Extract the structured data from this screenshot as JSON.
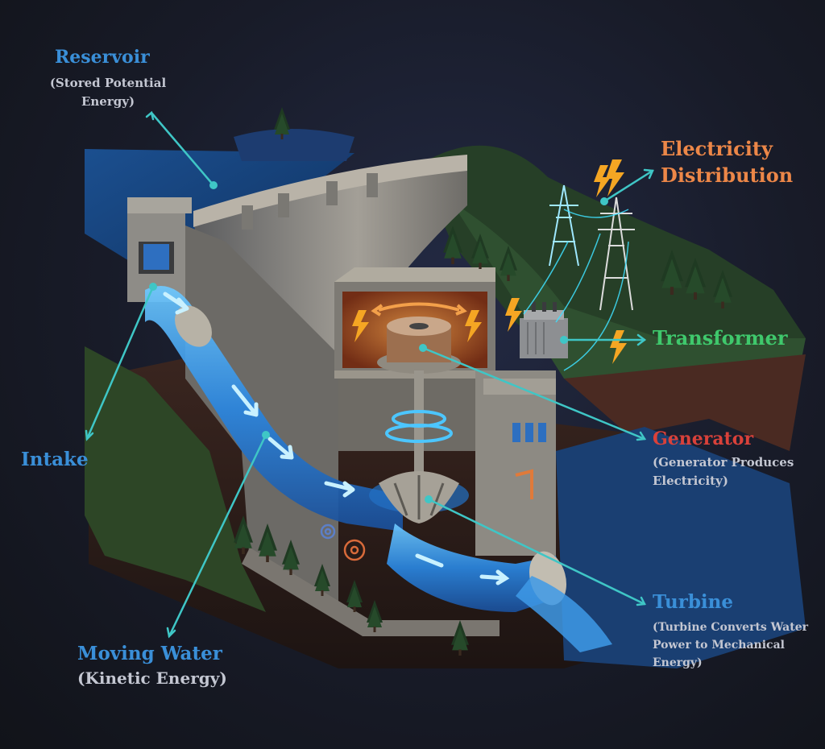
{
  "colors": {
    "background": "#181b28",
    "water": "#2d7fd6",
    "water_glow": "#7fd4ff",
    "concrete": "#8a8a86",
    "callout_line": "#3fc6c6",
    "heading_blue": "#3a8fd8",
    "heading_orange": "#ec8748",
    "heading_green": "#3fc86c",
    "heading_red": "#d9413a",
    "spark": "#f5a623",
    "grass": "#2f4a2a"
  },
  "labels": {
    "reservoir": {
      "title": "Reservoir",
      "subtitle_line1": "(Stored Potential",
      "subtitle_line2": "Energy)"
    },
    "electricity_distribution": {
      "line1": "Electricity",
      "line2": "Distribution"
    },
    "transformer": {
      "title": "Transformer"
    },
    "generator": {
      "title": "Generator",
      "subtitle_line1": "(Generator Produces",
      "subtitle_line2": "Electricity)"
    },
    "turbine": {
      "title": "Turbine",
      "subtitle_line1": "(Turbine Converts Water",
      "subtitle_line2": "Power to Mechanical",
      "subtitle_line3": "Energy)"
    },
    "intake": {
      "title": "Intake"
    },
    "moving_water": {
      "title": "Moving Water",
      "subtitle": "(Kinetic Energy)"
    }
  },
  "icons": [
    "lightning-icon",
    "gear-icon",
    "transmission-tower-icon",
    "pine-tree-icon",
    "flow-arrow-icon"
  ]
}
